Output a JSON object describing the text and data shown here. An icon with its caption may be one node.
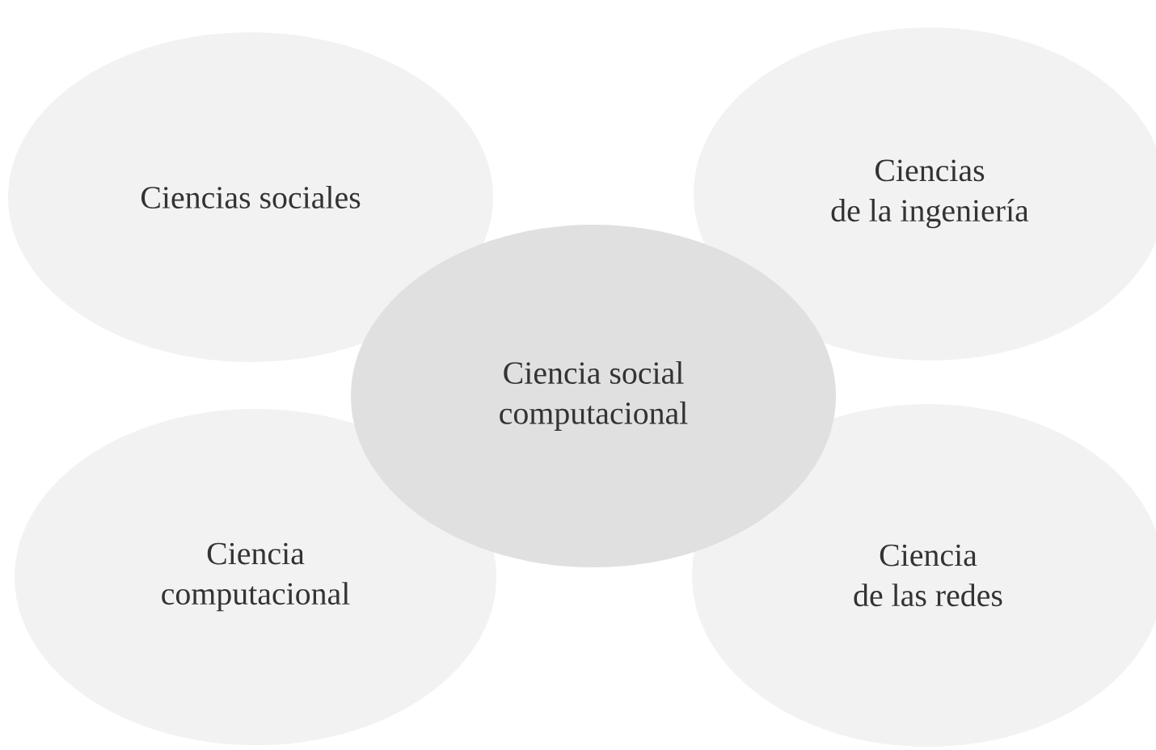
{
  "diagram": {
    "nodes": [
      {
        "text": [
          "Ciencias sociales"
        ]
      },
      {
        "text": [
          "Ciencias de la ingeniería"
        ]
      },
      {
        "text": [
          "Ciencia social computacional"
        ]
      },
      {
        "text": [
          "Ciencia computacional"
        ]
      },
      {
        "text": [
          "Ciencia de las redes"
        ]
      }
    ]
  }
}
